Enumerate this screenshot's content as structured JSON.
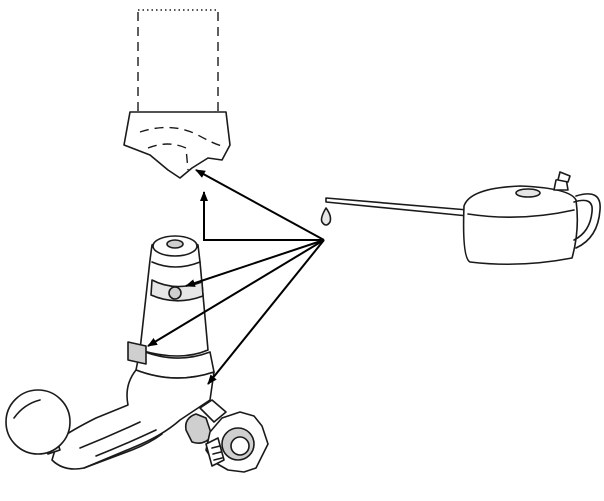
{
  "figure": {
    "components": [
      "vehicle-bracket",
      "tow-ball-coupling",
      "oil-can",
      "oil-drop",
      "lubrication-arrows"
    ],
    "colors": {
      "line": "#1a1a1a",
      "shade": "#cfcfcf",
      "background": "#ffffff"
    }
  }
}
